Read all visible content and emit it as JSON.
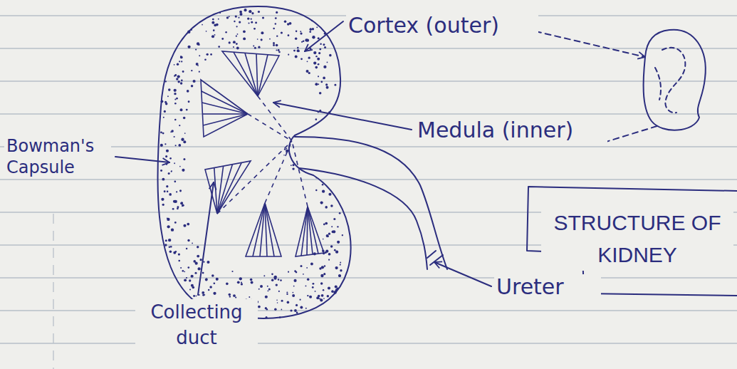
{
  "diagram": {
    "title": "STRUCTURE OF KIDNEY",
    "labels": [
      "Cortex (outer)",
      "Medula (inner)",
      "Bowman's Capsule",
      "Collecting duct",
      "Ureter"
    ]
  }
}
